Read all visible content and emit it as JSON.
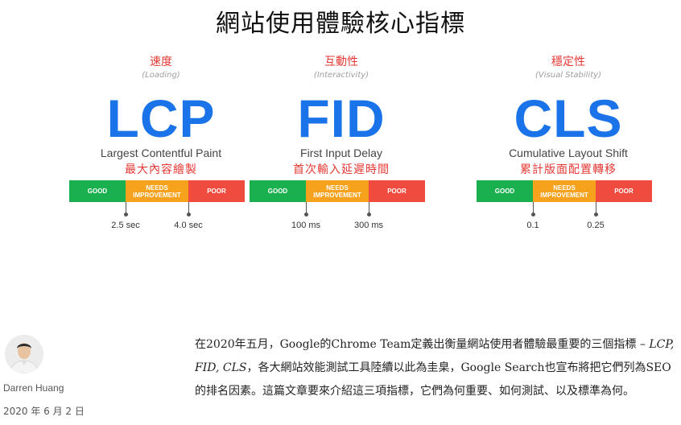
{
  "hero": {
    "title": "網站使用體驗核心指標"
  },
  "metrics": [
    {
      "zh_category": "速度",
      "en_category": "(Loading)",
      "abbr": "LCP",
      "en_name": "Largest Contentful Paint",
      "zh_name": "最大內容繪製",
      "scale": {
        "good": "GOOD",
        "needs": "NEEDS IMPROVEMENT",
        "poor": "POOR"
      },
      "thresholds": [
        "2.5 sec",
        "4.0 sec"
      ]
    },
    {
      "zh_category": "互動性",
      "en_category": "(Interactivity)",
      "abbr": "FID",
      "en_name": "First Input Delay",
      "zh_name": "首次輸入延遲時間",
      "scale": {
        "good": "GOOD",
        "needs": "NEEDS IMPROVEMENT",
        "poor": "POOR"
      },
      "thresholds": [
        "100 ms",
        "300 ms"
      ]
    },
    {
      "zh_category": "穩定性",
      "en_category": "(Visual Stability)",
      "abbr": "CLS",
      "en_name": "Cumulative Layout Shift",
      "zh_name": "累計版面配置轉移",
      "scale": {
        "good": "GOOD",
        "needs": "NEEDS IMPROVEMENT",
        "poor": "POOR"
      },
      "thresholds": [
        "0.1",
        "0.25"
      ]
    }
  ],
  "author": {
    "name": "Darren Huang",
    "date": "2020 年 6 月 2 日"
  },
  "article": {
    "part1": "在2020年五月，Google的Chrome Team定義出衡量網站使用者體驗最重要的三個指標 – ",
    "metrics_em": "LCP, FID, CLS",
    "part2": "，各大網站效能測試工具陸續以此為圭臬，Google Search也宣布將把它們列為SEO的排名因素。這篇文章要來介紹這三項指標，它們為何重要、如何測試、以及標準為何。"
  },
  "colors": {
    "accent_blue": "#1a73e8",
    "accent_red": "#e53935",
    "good": "#1bb04f",
    "needs_improvement": "#f6a21d",
    "poor": "#ef4b3f"
  }
}
